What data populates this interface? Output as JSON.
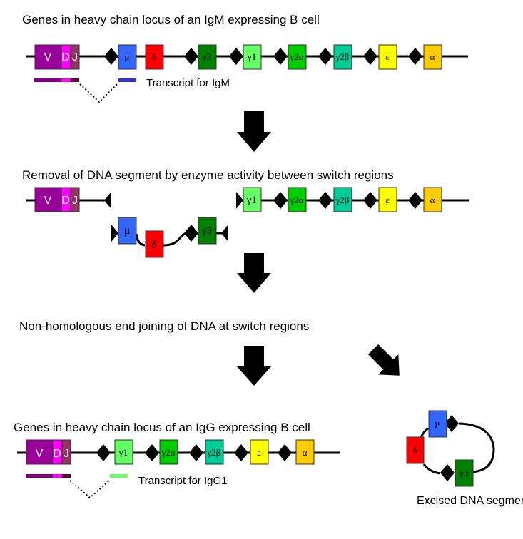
{
  "captions": {
    "step1": "Genes in heavy chain locus of an IgM expressing B cell",
    "step2": "Removal of DNA segment by enzyme activity between switch regions",
    "step3": "Non-homologous end joining of DNA at switch regions",
    "step4": "Genes in heavy chain locus of an IgG expressing B cell",
    "transcript_igm": "Transcript for IgM",
    "transcript_igg1": "Transcript for IgG1",
    "excised": "Excised DNA segment"
  },
  "segments": {
    "V": {
      "label": "V",
      "color": "#990099"
    },
    "D": {
      "label": "D",
      "color": "#ff00ff"
    },
    "J": {
      "label": "J",
      "color": "#993366"
    }
  },
  "genes": {
    "mu": {
      "label": "μ",
      "color": "#3366ff"
    },
    "delta": {
      "label": "δ",
      "color": "#ff0000"
    },
    "gamma3": {
      "label": "γ3",
      "color": "#008000"
    },
    "gamma1": {
      "label": "γ1",
      "color": "#66ff66"
    },
    "gamma2a": {
      "label": "γ2α",
      "color": "#00cc00"
    },
    "gamma2b": {
      "label": "γ2β",
      "color": "#00cc99"
    },
    "epsilon": {
      "label": "ε",
      "color": "#ffff00"
    },
    "alpha": {
      "label": "α",
      "color": "#ffcc00"
    }
  },
  "transcript_colors": {
    "V": "#800080",
    "D": "#ff00ff",
    "J": "#660033",
    "igm": "#3333cc",
    "igg1": "#66ff66"
  }
}
